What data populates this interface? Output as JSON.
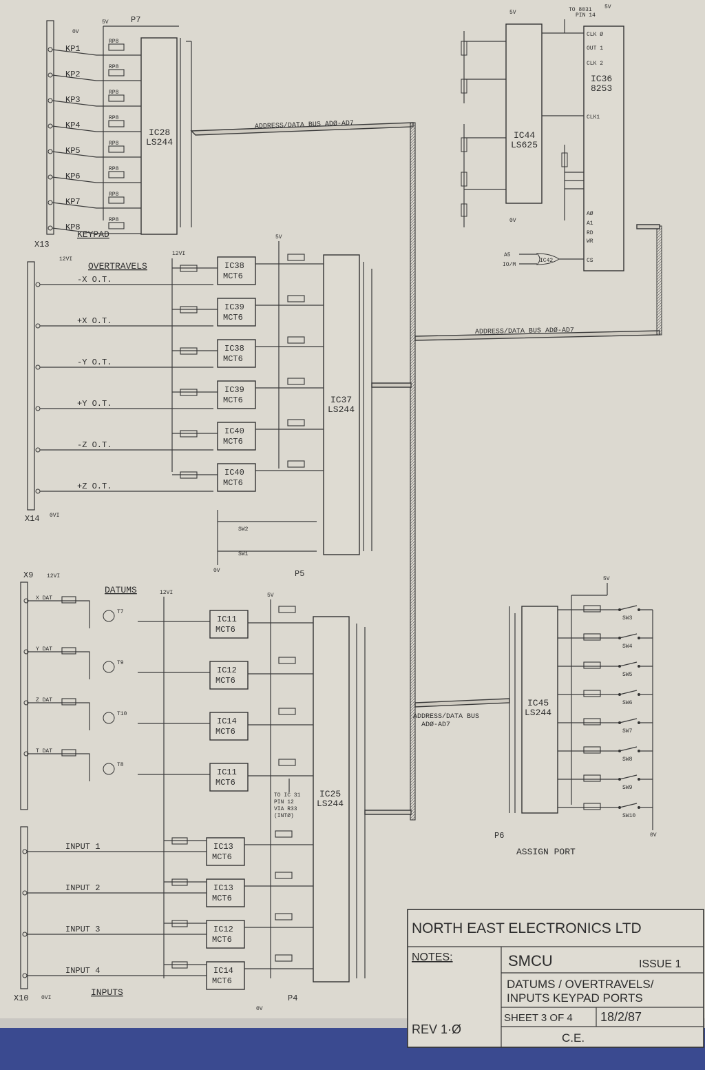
{
  "title_block": {
    "company": "NORTH EAST ELECTRONICS LTD",
    "notes_label": "NOTES:",
    "rev": "REV 1·Ø",
    "project": "SMCU",
    "issue": "ISSUE 1",
    "title_line1": "DATUMS / OVERTRAVELS/",
    "title_line2": "INPUTS KEYPAD  PORTS",
    "sheet": "SHEET 3 OF 4",
    "date": "18/2/87",
    "drawn_by": "C.E."
  },
  "sections": {
    "keypad": "KEYPAD",
    "overtravels": "OVERTRAVELS",
    "datums": "DATUMS",
    "inputs": "INPUTS",
    "assign_port": "ASSIGN PORT"
  },
  "connectors": {
    "x13": "X13",
    "x14": "X14",
    "x9": "X9",
    "x10": "X10"
  },
  "ports": {
    "p7": "P7",
    "p5": "P5",
    "p4": "P4",
    "p6": "P6"
  },
  "bus_labels": {
    "bus1": "ADDRESS/DATA BUS  ADØ-AD7",
    "bus2": "ADDRESS/DATA BUS  ADØ-AD7",
    "bus3a": "ADDRESS/DATA BUS",
    "bus3b": "ADØ-AD7"
  },
  "keypad_lines": [
    "KP1",
    "KP2",
    "KP3",
    "KP4",
    "KP5",
    "KP6",
    "KP7",
    "KP8"
  ],
  "keypad_resistors": [
    "RP8",
    "RP8",
    "RP8",
    "RP8",
    "RP8",
    "RP8",
    "RP8",
    "RP8"
  ],
  "overtravel_lines": [
    "-X O.T.",
    "+X O.T.",
    "-Y O.T.",
    "+Y O.T.",
    "-Z O.T.",
    "+Z O.T."
  ],
  "overtravel_opto": [
    {
      "ic": "IC38",
      "type": "MCT6"
    },
    {
      "ic": "IC39",
      "type": "MCT6"
    },
    {
      "ic": "IC38",
      "type": "MCT6"
    },
    {
      "ic": "IC39",
      "type": "MCT6"
    },
    {
      "ic": "IC40",
      "type": "MCT6"
    },
    {
      "ic": "IC40",
      "type": "MCT6"
    }
  ],
  "datum_lines": [
    "X DAT",
    "Y DAT",
    "Z DAT",
    "T DAT"
  ],
  "datum_transistors": [
    "T7",
    "T9",
    "T10",
    "T8"
  ],
  "datum_opto": [
    {
      "ic": "IC11",
      "type": "MCT6"
    },
    {
      "ic": "IC12",
      "type": "MCT6"
    },
    {
      "ic": "IC14",
      "type": "MCT6"
    },
    {
      "ic": "IC11",
      "type": "MCT6"
    }
  ],
  "input_lines": [
    "INPUT 1",
    "INPUT 2",
    "INPUT 3",
    "INPUT 4"
  ],
  "input_opto": [
    {
      "ic": "IC13",
      "type": "MCT6"
    },
    {
      "ic": "IC13",
      "type": "MCT6"
    },
    {
      "ic": "IC12",
      "type": "MCT6"
    },
    {
      "ic": "IC14",
      "type": "MCT6"
    }
  ],
  "chips": {
    "ic28": {
      "name": "IC28",
      "type": "LS244"
    },
    "ic37": {
      "name": "IC37",
      "type": "LS244"
    },
    "ic25": {
      "name": "IC25",
      "type": "LS244"
    },
    "ic45": {
      "name": "IC45",
      "type": "LS244"
    },
    "ic44": {
      "name": "IC44",
      "type": "LS625"
    },
    "ic36": {
      "name": "IC36",
      "type": "8253"
    }
  },
  "switches": [
    "SW2",
    "SW1"
  ],
  "assign_switches": [
    "SW3",
    "SW4",
    "SW5",
    "SW6",
    "SW7",
    "SW8",
    "SW9",
    "SW10"
  ],
  "timer_pins": [
    "CLK Ø",
    "OUT 1",
    "CLK 2",
    "CLK1",
    "AØ",
    "A1",
    "RD",
    "WR",
    "CS"
  ],
  "misc_labels": {
    "to8031": "TO 8031",
    "pin14": "PIN 14",
    "to_ic31": "TO IC 31",
    "pin12": "PIN 12",
    "via_r33": "VIA R33",
    "int0": "(INTØ)",
    "v5": "5V",
    "v12": "12VI",
    "ov": "0V",
    "ovi": "0VI",
    "a5": "A5",
    "iom": "IO/M",
    "ic42": "IC42"
  }
}
